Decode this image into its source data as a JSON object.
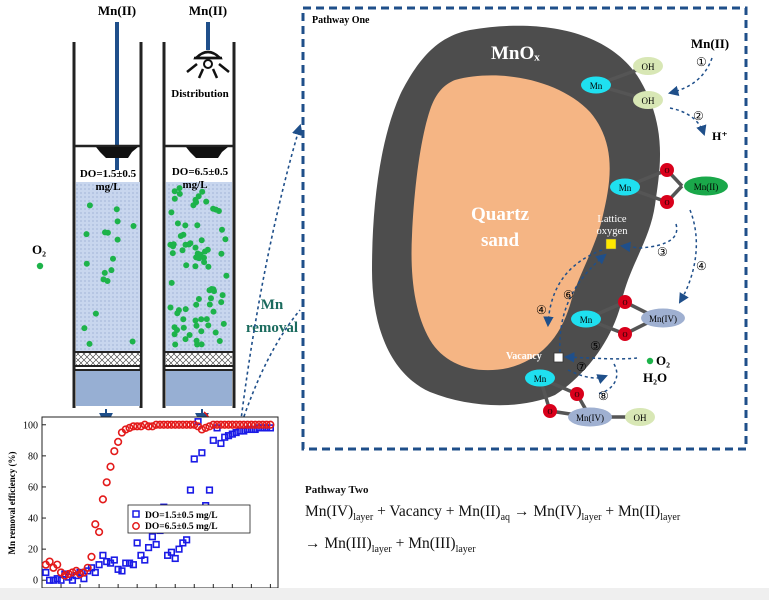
{
  "columns": {
    "left": {
      "inlet_label": "Mn(II)",
      "do_label_line1": "DO=1.5±0.5",
      "do_label_line2": "mg/L"
    },
    "right": {
      "inlet_label": "Mn(II)",
      "distribution_label": "Distribution",
      "do_label_line1": "DO=6.5±0.5",
      "do_label_line2": "mg/L"
    },
    "o2_legend_label": "O₂",
    "mn_removal_label_line1": "Mn",
    "mn_removal_label_line2": "removal"
  },
  "pathway_one": {
    "title": "Pathway One",
    "coating_label": "MnOₓ",
    "core_label_line1": "Quartz",
    "core_label_line2": "sand",
    "lattice_label_line1": "Lattice",
    "lattice_label_line2": "oxygen",
    "vacancy_label": "Vacancy",
    "mn_atom_label": "Mn",
    "o_atom_label": "O",
    "oh_label": "OH",
    "mn2_label": "Mn(II)",
    "mn4_label": "Mn(IV)",
    "h_plus_label": "H⁺",
    "o2_label": "O₂",
    "h2o_label": "H₂O",
    "steps": [
      "①",
      "②",
      "③",
      "④",
      "⑤",
      "⑥",
      "⑦",
      "⑧"
    ]
  },
  "pathway_two": {
    "title": "Pathway Two",
    "line1": [
      "Mn(IV)",
      "layer",
      " + Vacancy + Mn(II)",
      "aq",
      " → Mn(IV)",
      "layer",
      " + Mn(II)",
      "layer"
    ],
    "line2": [
      "→ Mn(III)",
      "layer",
      " + Mn(III)",
      "layer"
    ]
  },
  "chart_data": {
    "type": "scatter",
    "ylabel": "Mn removal efficiency (%)",
    "xlabel": "",
    "ylim": [
      -5,
      105
    ],
    "yticks": [
      0,
      20,
      40,
      60,
      80,
      100
    ],
    "xlim": [
      0,
      62
    ],
    "series": [
      {
        "name": "DO=1.5±0.5 mg/L",
        "color": "#1a1ae6",
        "marker": "square",
        "x": [
          1,
          2,
          3,
          4,
          5,
          6,
          7,
          8,
          9,
          10,
          11,
          12,
          13,
          14,
          15,
          16,
          17,
          18,
          19,
          20,
          21,
          22,
          23,
          24,
          25,
          26,
          27,
          28,
          29,
          30,
          31,
          32,
          33,
          34,
          35,
          36,
          37,
          38,
          39,
          40,
          41,
          42,
          43,
          44,
          45,
          46,
          47,
          48,
          49,
          50,
          51,
          52,
          53,
          54,
          55,
          56,
          57,
          58,
          59,
          60
        ],
        "y": [
          5,
          0,
          0,
          1,
          0,
          4,
          2,
          0,
          3,
          5,
          1,
          6,
          8,
          5,
          10,
          16,
          12,
          11,
          13,
          7,
          6,
          11,
          11,
          10,
          24,
          16,
          13,
          21,
          28,
          23,
          32,
          47,
          16,
          18,
          14,
          20,
          24,
          26,
          58,
          78,
          102,
          82,
          48,
          58,
          90,
          98,
          88,
          92,
          93,
          94,
          95,
          96,
          96,
          97,
          97,
          97,
          98,
          98,
          98,
          98
        ]
      },
      {
        "name": "DO=6.5±0.5 mg/L",
        "color": "#e31a1a",
        "marker": "circle",
        "x": [
          1,
          2,
          3,
          4,
          5,
          6,
          7,
          8,
          9,
          10,
          11,
          12,
          13,
          14,
          15,
          16,
          17,
          18,
          19,
          20,
          21,
          22,
          23,
          24,
          25,
          26,
          27,
          28,
          29,
          30,
          31,
          32,
          33,
          34,
          35,
          36,
          37,
          38,
          39,
          40,
          41,
          42,
          43,
          44,
          45,
          46,
          47,
          48,
          49,
          50,
          51,
          52,
          53,
          54,
          55,
          56,
          57,
          58,
          59,
          60
        ],
        "y": [
          10,
          12,
          8,
          10,
          5,
          3,
          4,
          5,
          6,
          4,
          5,
          8,
          15,
          36,
          31,
          52,
          63,
          73,
          83,
          89,
          95,
          97,
          98,
          99,
          99,
          99,
          100,
          99,
          99,
          100,
          100,
          100,
          100,
          100,
          100,
          100,
          100,
          100,
          100,
          100,
          99,
          97,
          98,
          99,
          100,
          100,
          100,
          100,
          100,
          100,
          100,
          100,
          100,
          100,
          100,
          100,
          100,
          100,
          100,
          100
        ]
      }
    ],
    "legend_placement": "bottom-right"
  }
}
